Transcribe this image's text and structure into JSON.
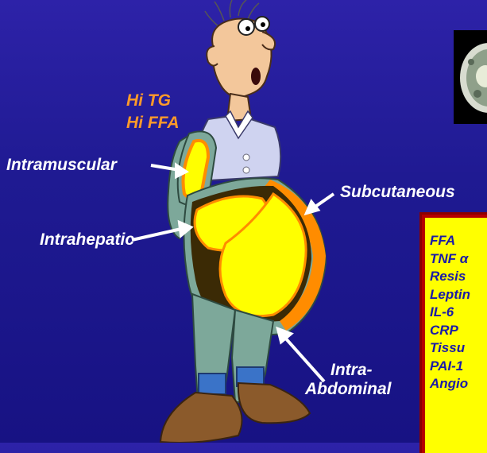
{
  "labels": {
    "hi_tg": "Hi TG",
    "hi_ffa": "Hi FFA",
    "intramuscular": "Intramuscular",
    "subcutaneous": "Subcutaneous",
    "intrahepatic": "Intrahepatic",
    "intra_abdominal_1": "Intra-",
    "intra_abdominal_2": "Abdominal"
  },
  "factor_list": [
    "FFA",
    "TNF α",
    "Resis",
    "Leptin",
    "IL-6",
    "CRP",
    "Tissu",
    "PAI-1",
    "Angio"
  ],
  "colors": {
    "background": "#1f1a92",
    "fat_yellow": "#ffff00",
    "fat_orange": "#ff8c00",
    "highlight_text": "#ff9a2a",
    "panel_text": "#1a1aa8",
    "panel_border": "#8b0000"
  }
}
